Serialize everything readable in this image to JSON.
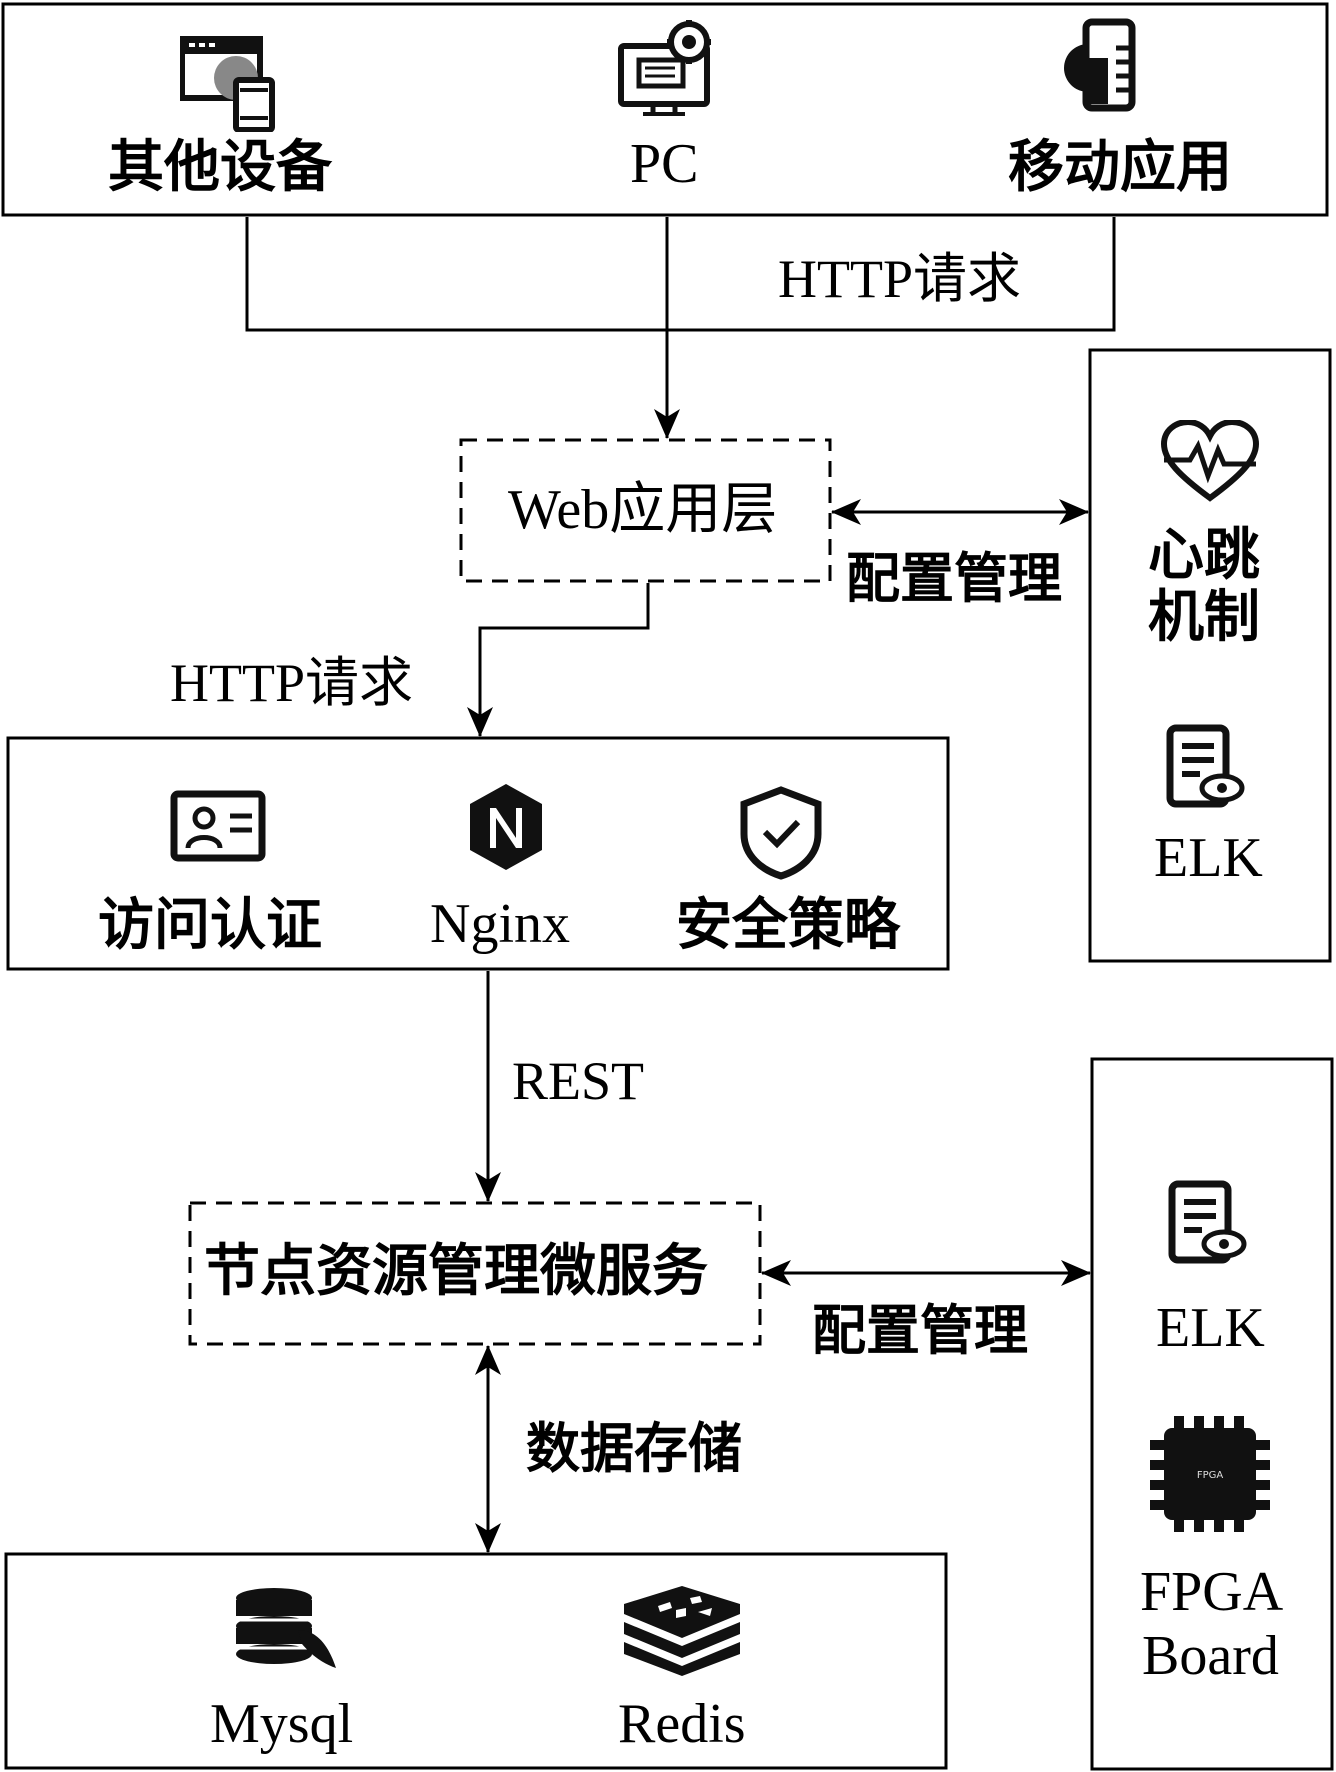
{
  "clients": {
    "other_devices": "其他设备",
    "pc": "PC",
    "mobile_app": "移动应用"
  },
  "edges": {
    "http_request_top": "HTTP请求",
    "http_request_mid": "HTTP请求",
    "rest": "REST",
    "config_mgmt_web": "配置管理",
    "config_mgmt_node": "配置管理",
    "data_storage": "数据存储"
  },
  "web_layer": {
    "label": "Web应用层"
  },
  "gateway": {
    "access_auth": "访问认证",
    "nginx": "Nginx",
    "security_policy": "安全策略"
  },
  "node_service": {
    "label": "节点资源管理微服务"
  },
  "storage": {
    "mysql": "Mysql",
    "redis": "Redis"
  },
  "monitor_panel": {
    "heartbeat_line1": "心跳",
    "heartbeat_line2": "机制",
    "elk": "ELK"
  },
  "device_panel": {
    "elk": "ELK",
    "fpga_chip_text": "FPGA",
    "fpga_line1": "FPGA",
    "fpga_line2": "Board"
  },
  "icons": {
    "other_devices": "browser-and-phone-icon",
    "pc": "monitor-gear-icon",
    "mobile_app": "mobile-phone-icon",
    "heartbeat": "heart-pulse-icon",
    "elk": "document-eye-icon",
    "access_auth": "id-card-icon",
    "nginx": "nginx-hexagon-icon",
    "security_policy": "shield-check-icon",
    "mysql": "database-icon",
    "redis": "redis-stack-icon",
    "fpga": "chip-icon"
  }
}
